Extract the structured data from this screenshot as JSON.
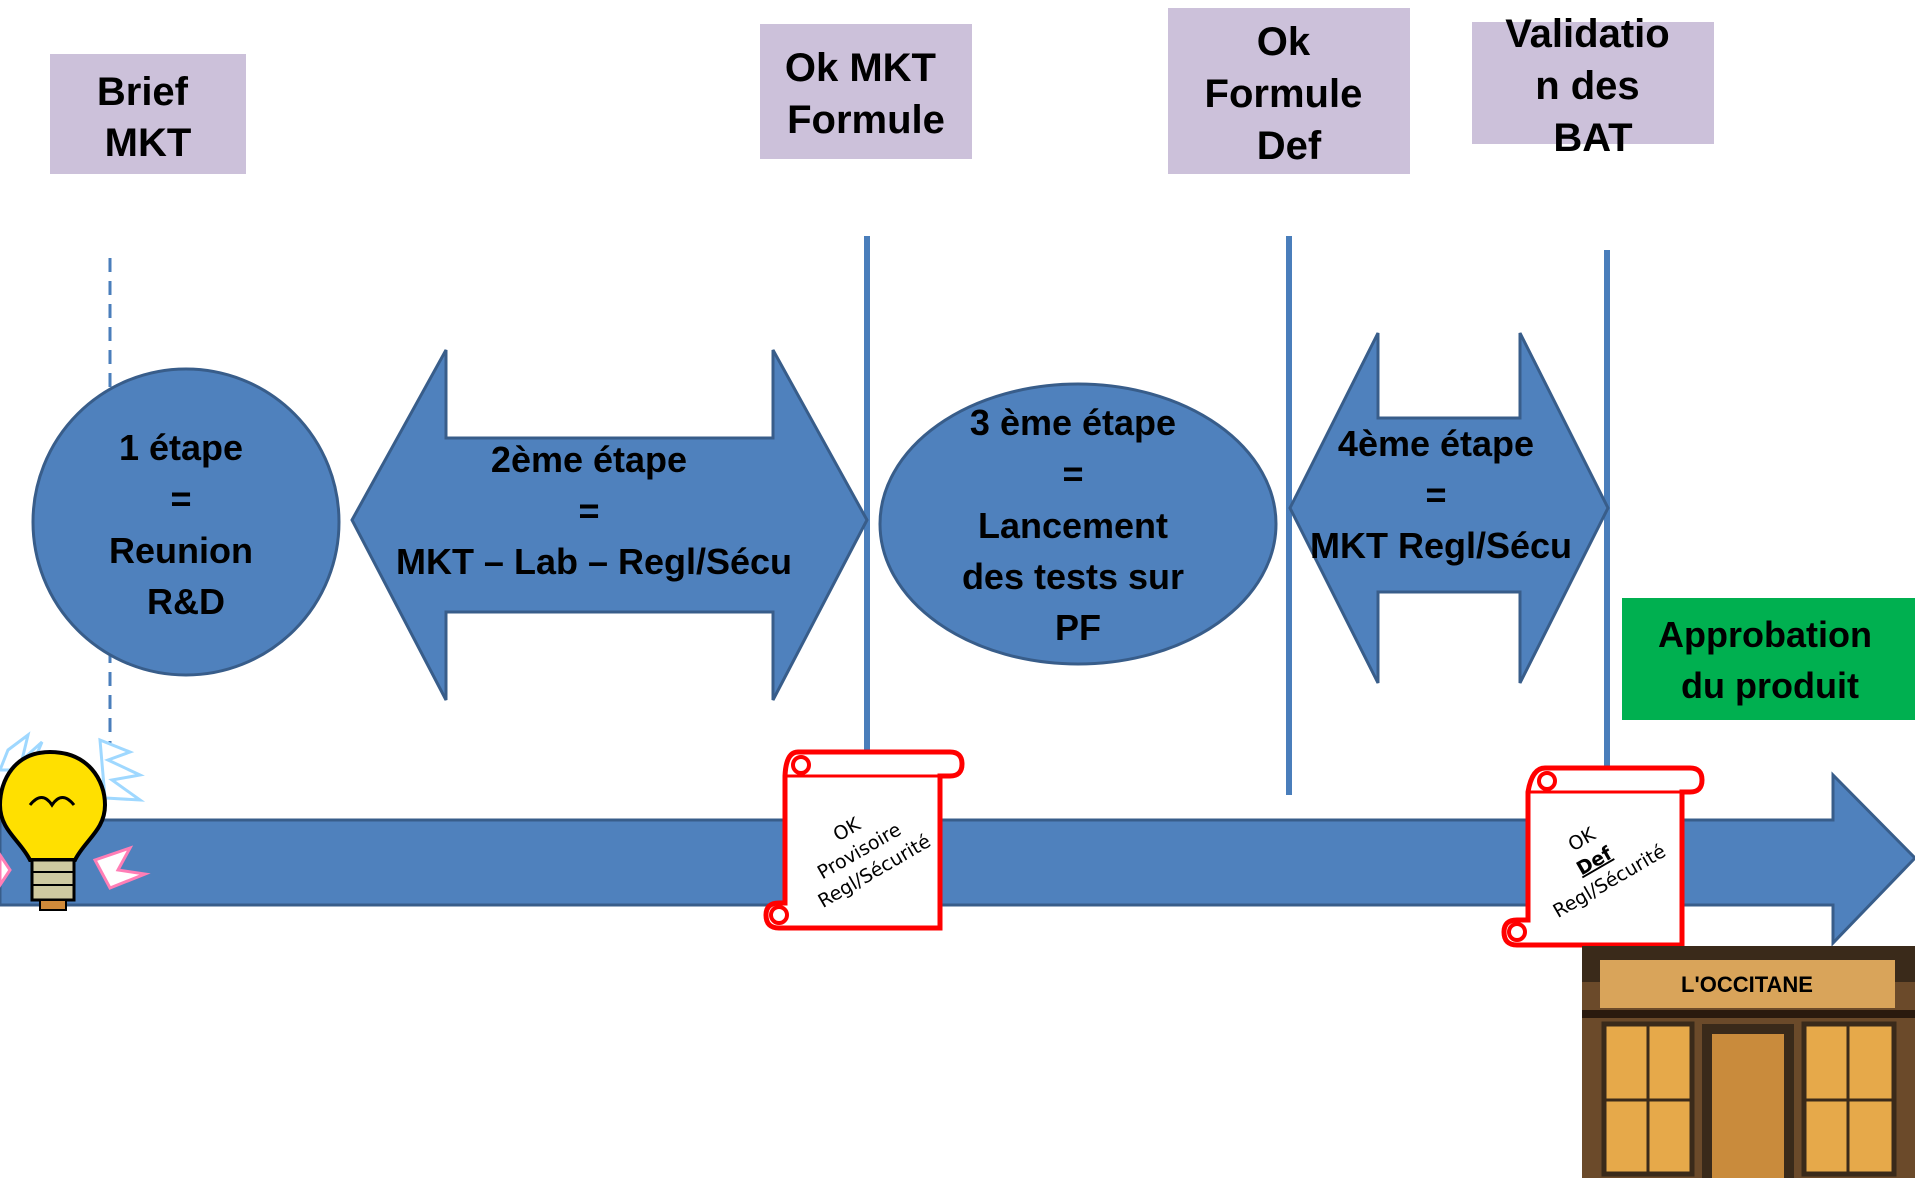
{
  "milestones": [
    {
      "id": "brief",
      "lines": [
        "Brief",
        "MKT"
      ]
    },
    {
      "id": "ok-mkt",
      "lines": [
        "Ok MKT",
        "Formule"
      ]
    },
    {
      "id": "ok-formule",
      "lines": [
        "Ok",
        "Formule",
        "Def"
      ]
    },
    {
      "id": "validation",
      "lines": [
        "Validatio",
        "n des",
        "BAT"
      ]
    }
  ],
  "steps": [
    {
      "id": "step1",
      "shape": "circle",
      "lines": [
        "1 étape",
        "=",
        "Reunion",
        "R&D"
      ]
    },
    {
      "id": "step2",
      "shape": "double-arrow",
      "lines": [
        "2ème étape",
        "=",
        "MKT – Lab – Regl/Sécu"
      ]
    },
    {
      "id": "step3",
      "shape": "ellipse",
      "lines": [
        "3 ème étape",
        "=",
        "Lancement",
        "des tests sur",
        "PF"
      ]
    },
    {
      "id": "step4",
      "shape": "double-arrow",
      "lines": [
        "4ème étape",
        "=",
        "MKT Regl/Sécu"
      ]
    }
  ],
  "approval": {
    "lines": [
      "Approbation",
      "du produit"
    ]
  },
  "scrolls": [
    {
      "id": "provisoire",
      "lines": [
        "OK",
        "Provisoire",
        "Regl/Sécurité"
      ]
    },
    {
      "id": "definitif",
      "lines": [
        "OK",
        "Def",
        "Regl/Sécurité"
      ]
    }
  ],
  "store_sign": "L'OCCITANE",
  "icons": [
    "lightbulb-icon",
    "storefront-photo"
  ],
  "colors": {
    "milestone_box": "#ccc1da",
    "shape_fill": "#4f81bd",
    "shape_stroke": "#385d8a",
    "timeline_line": "#4a7ebb",
    "approval_box": "#00b050",
    "scroll_stroke": "#ff0000",
    "bulb": "#ffe000"
  }
}
